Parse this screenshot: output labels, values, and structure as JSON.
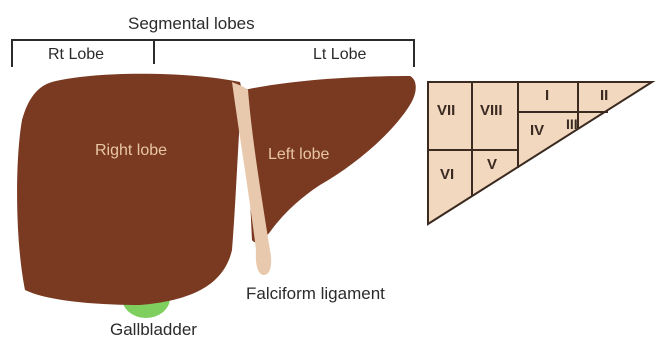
{
  "headings": {
    "segmental_lobes": "Segmental lobes",
    "rt_lobe": "Rt Lobe",
    "lt_lobe": "Lt Lobe"
  },
  "liver_labels": {
    "right_lobe": "Right lobe",
    "left_lobe": "Left lobe",
    "falciform_ligament": "Falciform ligament",
    "gallbladder": "Gallbladder"
  },
  "segments": {
    "vii": "VII",
    "viii": "VIII",
    "i": "I",
    "ii": "II",
    "iii": "III",
    "iv": "IV",
    "v": "V",
    "vi": "VI"
  },
  "colors": {
    "liver": "#7a3a22",
    "liver_dark": "#5c2a17",
    "ligament": "#e9c9ad",
    "gallbladder": "#7fcf5f",
    "segment_fill": "#f3d8c0",
    "line": "#3a2a20"
  }
}
